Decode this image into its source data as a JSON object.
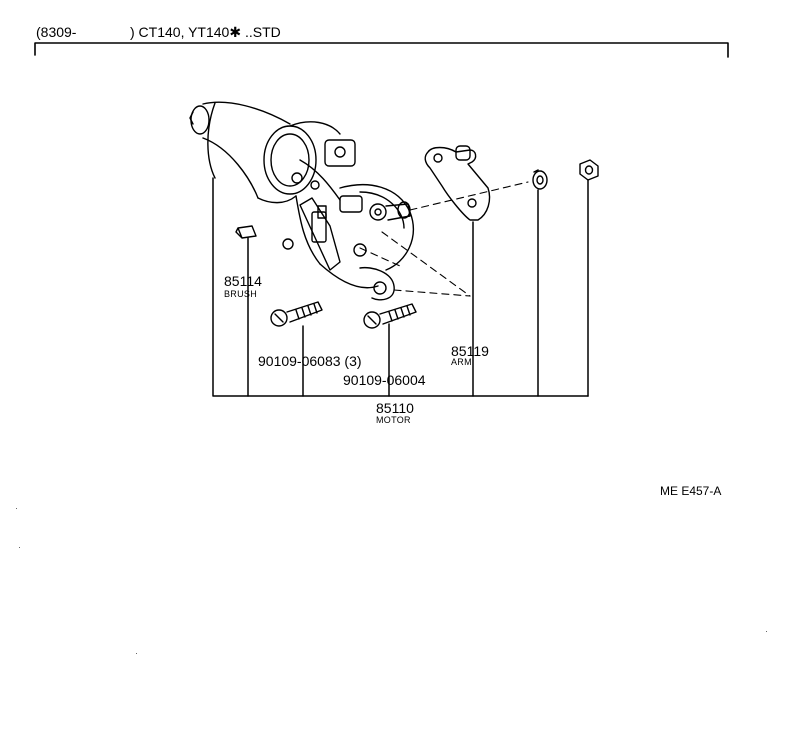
{
  "header": {
    "range_start": "(8309-",
    "range_end": ") CT140, YT140✱ ..STD"
  },
  "parts": [
    {
      "number": "85114",
      "name": "BRUSH"
    },
    {
      "number": "90109-06083 (3)",
      "name": ""
    },
    {
      "number": "90109-06004",
      "name": ""
    },
    {
      "number": "85119",
      "name": "ARM"
    },
    {
      "number": "85110",
      "name": "MOTOR"
    }
  ],
  "figure_code": "ME E457-A"
}
